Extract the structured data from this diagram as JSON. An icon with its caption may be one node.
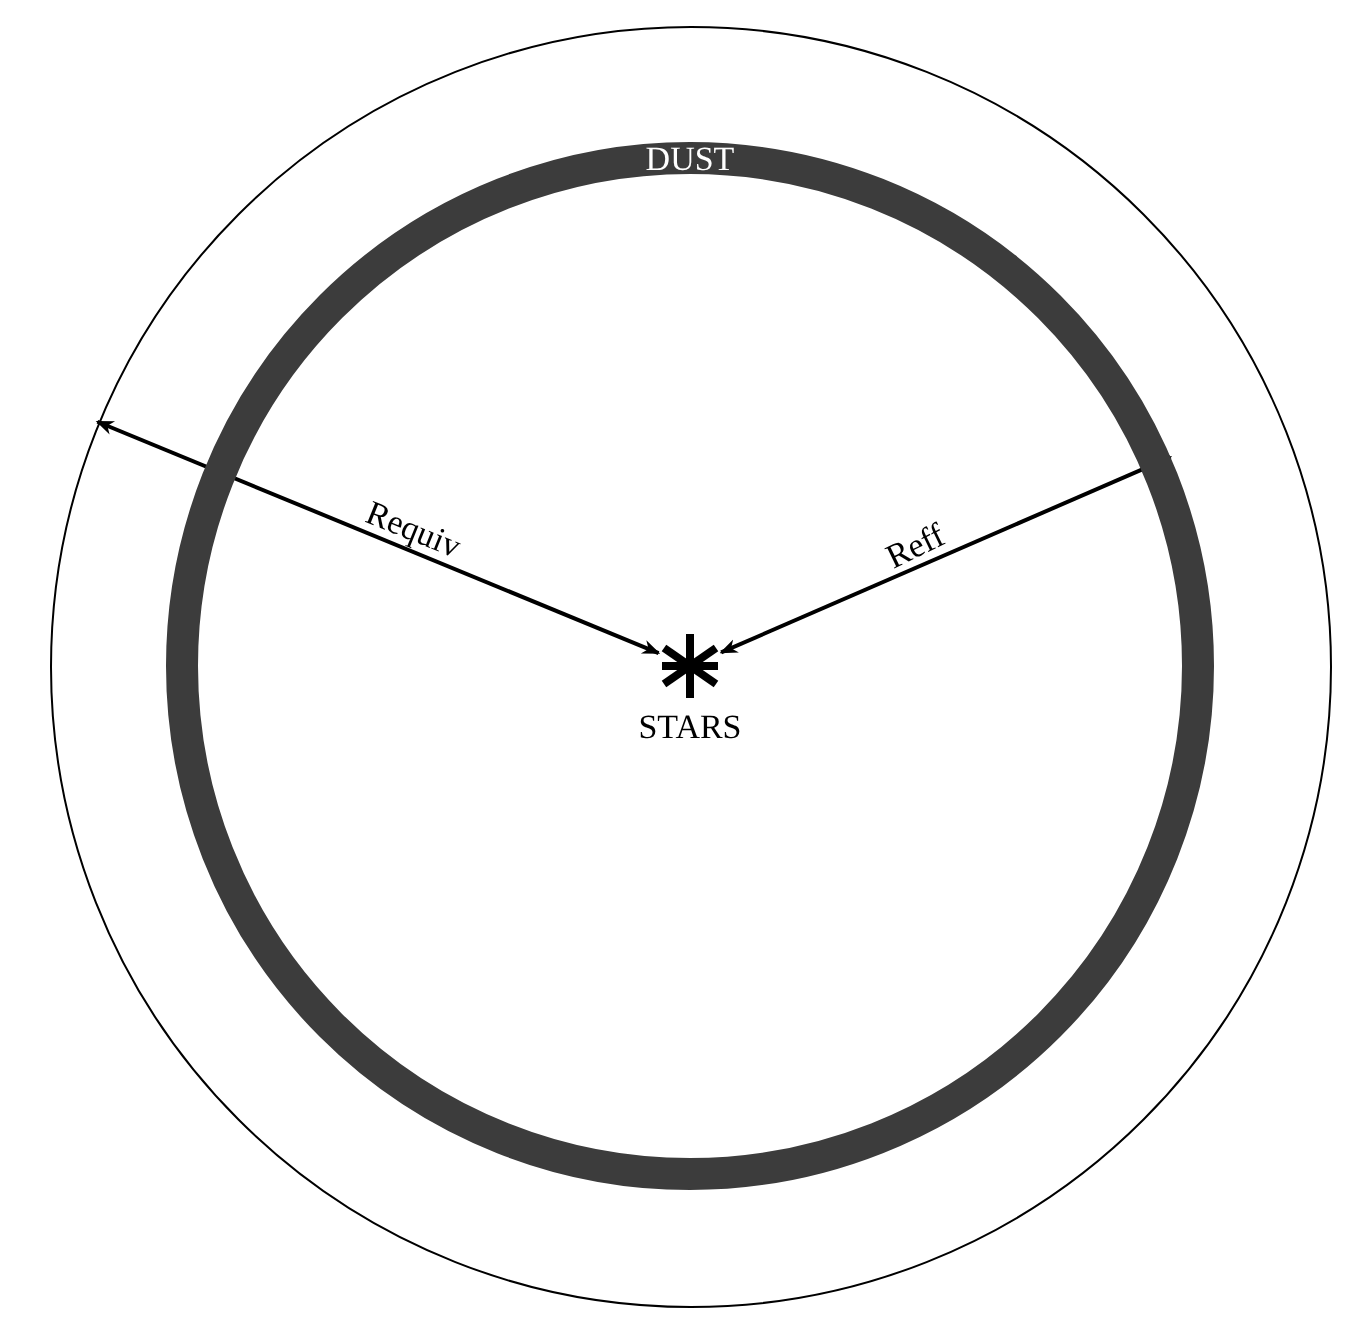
{
  "diagram": {
    "nodes": [
      {
        "text": [],
        "shape": "circle"
      },
      {
        "text": [
          "DUST"
        ],
        "in": 0
      },
      {
        "text": [],
        "shape": "star",
        "beside": [
          "STARS"
        ],
        "in": 1
      }
    ],
    "edges": [
      {
        "from": 2,
        "to": 0,
        "arrow": "both",
        "label": "Requiv"
      },
      {
        "from": 2,
        "to": 1,
        "arrow": "both",
        "label": "Reff"
      }
    ]
  }
}
